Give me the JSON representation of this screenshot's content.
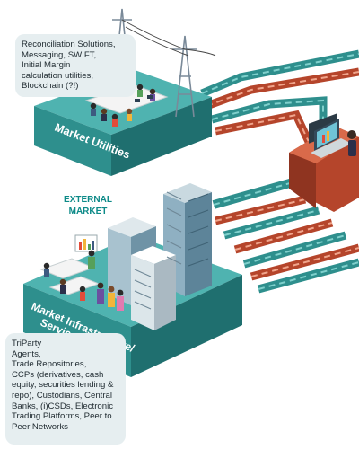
{
  "market_utilities": {
    "title": "Market Utilities",
    "description": "Reconciliation Solutions,\nMessaging, SWIFT,\nInitial Margin\ncalculation utilities,\nBlockchain (?!)"
  },
  "external_market_label": "EXTERNAL\nMARKET",
  "market_infrastructure": {
    "title_line1": "Market Infrastructure/",
    "title_line2": "Service Providers",
    "description": "TriParty\nAgents,\nTrade Repositories,\nCCPs (derivatives, cash\nequity, securities lending &\nrepo), Custodians, Central\nBanks, (i)CSDs, Electronic\nTrading Platforms, Peer to\nPeer Networks"
  },
  "colors": {
    "teal_dark": "#1f6f6f",
    "teal_mid": "#2e8f8d",
    "teal_top": "#4fb3b0",
    "rust": "#b5452b",
    "rust_light": "#d96a4a",
    "callout_bg": "#e6eef0",
    "accent_text": "#0d8a88"
  }
}
